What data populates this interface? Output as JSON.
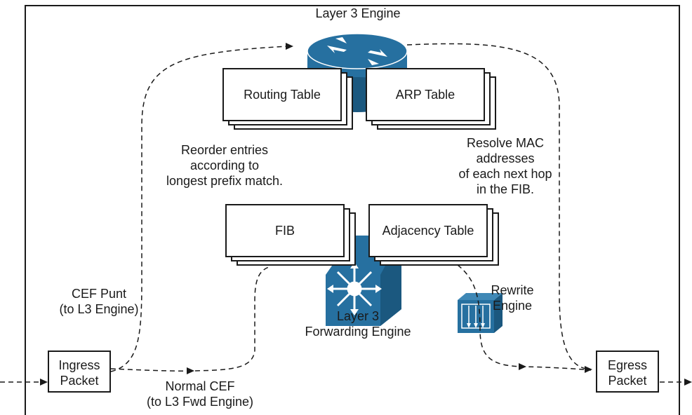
{
  "colors": {
    "device_blue": "#2670a0",
    "device_dark": "#1b587f",
    "line": "#1a1a1a"
  },
  "icons": {
    "router": "router-icon",
    "multilayer_switch": "multilayer-switch-icon",
    "rewrite_engine": "rewrite-engine-icon"
  },
  "diagram": {
    "layer3_engine_label": "Layer 3 Engine",
    "routing_table": "Routing Table",
    "arp_table": "ARP Table",
    "reorder_note": [
      "Reorder entries",
      "according to",
      "longest prefix match."
    ],
    "resolve_note": [
      "Resolve MAC",
      "addresses",
      "of each next hop",
      "in the FIB."
    ],
    "fib": "FIB",
    "adjacency_table": "Adjacency Table",
    "l3_forwarding_engine": [
      "Layer 3",
      "Forwarding Engine"
    ],
    "rewrite_engine": [
      "Rewrite",
      "Engine"
    ],
    "cef_punt": [
      "CEF Punt",
      "(to L3 Engine)"
    ],
    "ingress_packet": [
      "Ingress",
      "Packet"
    ],
    "egress_packet": [
      "Egress",
      "Packet"
    ],
    "normal_cef": [
      "Normal CEF",
      "(to L3 Fwd Engine)"
    ]
  }
}
